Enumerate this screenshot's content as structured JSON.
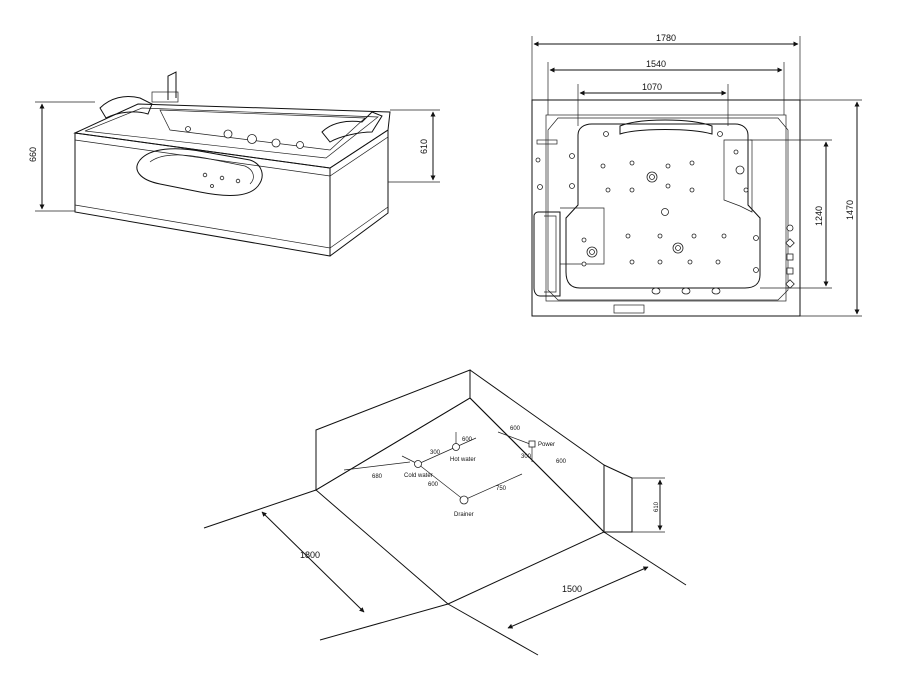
{
  "perspective_view": {
    "height_outer": "660",
    "height_inner": "610"
  },
  "top_view": {
    "width_overall": "1780",
    "width_inner": "1540",
    "width_basin": "1070",
    "depth_basin": "1240",
    "depth_overall": "1470"
  },
  "installation_view": {
    "dim_600_a": "600",
    "dim_600_b": "600",
    "dim_600_c": "600",
    "dim_600_d": "600",
    "dim_680": "680",
    "dim_300_a": "300",
    "dim_300_b": "300",
    "dim_750": "750",
    "dim_610": "610",
    "dim_1800": "1800",
    "dim_1500": "1500",
    "label_power": "Power",
    "label_hot_water": "Hot water",
    "label_cold_water": "Cold water",
    "label_drainer": "Drainer"
  }
}
